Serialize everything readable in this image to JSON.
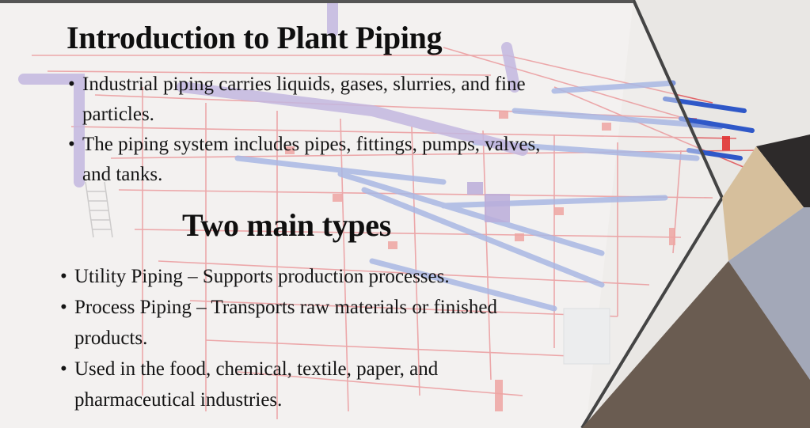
{
  "slide": {
    "title": "Introduction to Plant Piping",
    "intro_bullets": [
      "Industrial piping carries liquids, gases, slurries, and fine particles.",
      "The piping system includes pipes, fittings, pumps, valves, and tanks."
    ],
    "subtitle": "Two main types",
    "type_bullets": [
      "Utility Piping – Supports production processes.",
      "Process Piping – Transports raw materials or finished products.",
      "Used in the food, chemical, textile, paper, and pharmaceutical industries."
    ]
  },
  "colors": {
    "panel": "#f2f0ee",
    "dark_frame": "#3b3b3b",
    "accent_tan": "#d6bf9c",
    "accent_slate": "#a3a8b8",
    "accent_brown": "#6a5c51",
    "accent_black": "#2d2a2a",
    "pipe_red": "#e0474c",
    "pipe_blue": "#4f6fc9",
    "pipe_purple": "#8b70c9"
  },
  "background": {
    "image": "plant-piping-3d-render"
  }
}
